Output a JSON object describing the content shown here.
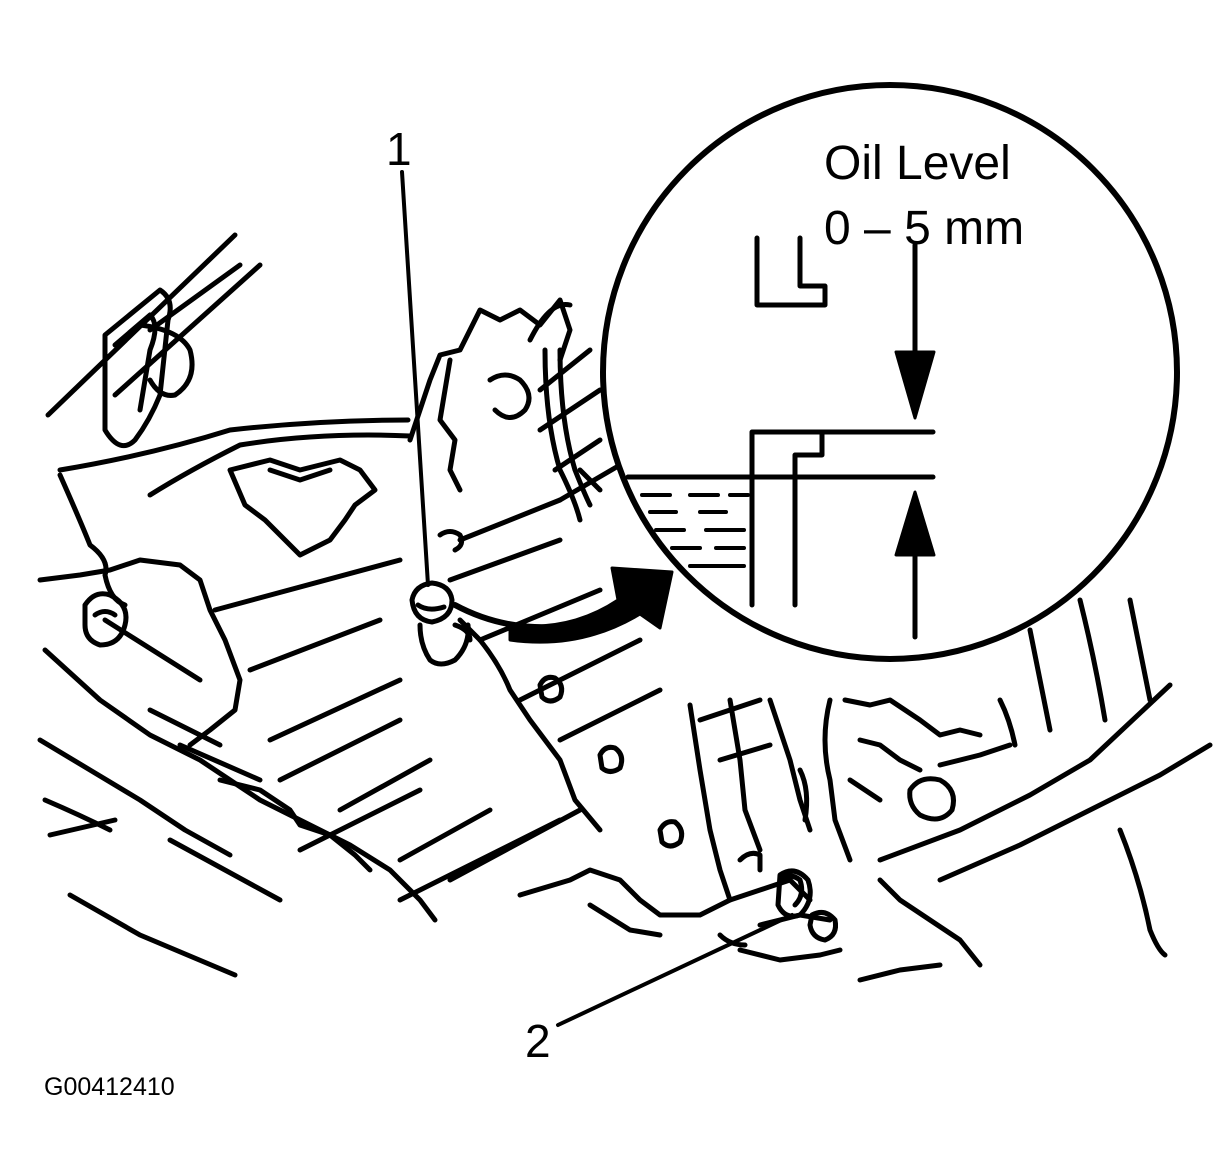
{
  "callouts": {
    "one": "1",
    "two": "2"
  },
  "inset": {
    "title": "Oil Level",
    "range": "0 – 5 mm"
  },
  "figure_code": "G00412410",
  "colors": {
    "ink": "#000000",
    "paper": "#ffffff"
  }
}
